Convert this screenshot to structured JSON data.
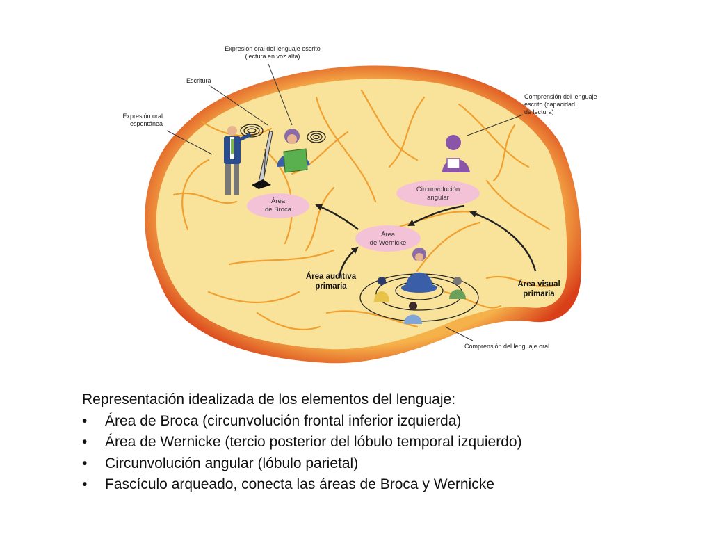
{
  "diagram": {
    "labels": {
      "expresion_escrito_l1": "Expresión oral del lenguaje escrito",
      "expresion_escrito_l2": "(lectura en voz alta)",
      "escritura": "Escritura",
      "expresion_oral_l1": "Expresión oral",
      "expresion_oral_l2": "espontánea",
      "comprension_escrito_l1": "Comprensión del lenguaje",
      "comprension_escrito_l2": "escrito (capacidad",
      "comprension_escrito_l3": "de lectura)",
      "comprension_oral": "Comprensión del lenguaje oral",
      "auditiva_l1": "Área auditiva",
      "auditiva_l2": "primaria",
      "visual_l1": "Área visual",
      "visual_l2": "primaria"
    },
    "ovals": {
      "broca_l1": "Área",
      "broca_l2": "de Broca",
      "wernicke_l1": "Área",
      "wernicke_l2": "de Wernicke",
      "angular_l1": "Circunvolución",
      "angular_l2": "angular"
    },
    "colors": {
      "brain_fill": "#f9e39a",
      "brain_rim": "#e8561c",
      "oval_fill": "#f4c2d6",
      "sulci": "#f0a030"
    }
  },
  "caption": {
    "heading": "Representación idealizada de los elementos del lenguaje:",
    "bullets": [
      "Área de Broca (circunvolución frontal inferior izquierda)",
      "Área de Wernicke (tercio posterior del lóbulo temporal izquierdo)",
      "Circunvolución angular (lóbulo parietal)",
      "Fascículo arqueado, conecta las áreas de Broca y Wernicke"
    ]
  }
}
